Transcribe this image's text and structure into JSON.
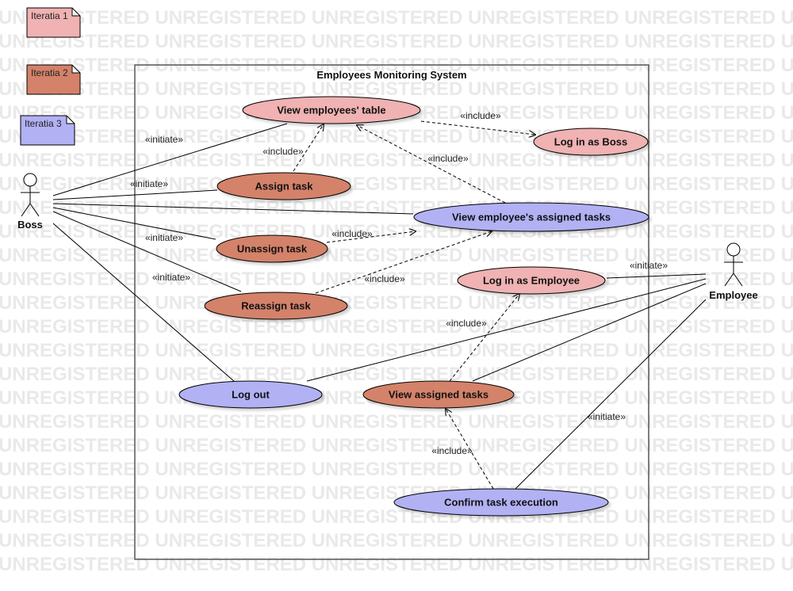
{
  "watermark": "UNREGISTERED",
  "colors": {
    "iteration1": "#f0b2b2",
    "iteration2": "#d4826a",
    "iteration3": "#b1b1f4",
    "stroke": "#000000"
  },
  "legend": [
    {
      "id": "it1",
      "label": "Iteratia 1",
      "color": "#f0b2b2"
    },
    {
      "id": "it2",
      "label": "Iteratia 2",
      "color": "#d4826a"
    },
    {
      "id": "it3",
      "label": "Iteratia 3",
      "color": "#b1b1f4"
    }
  ],
  "system": {
    "title": "Employees Monitoring System"
  },
  "actors": [
    {
      "id": "boss",
      "label": "Boss"
    },
    {
      "id": "employee",
      "label": "Employee"
    }
  ],
  "use_cases": [
    {
      "id": "view_table",
      "label": "View employees' table",
      "iteration": 1
    },
    {
      "id": "login_boss",
      "label": "Log in as Boss",
      "iteration": 1
    },
    {
      "id": "assign",
      "label": "Assign task",
      "iteration": 2
    },
    {
      "id": "view_emp_assigned",
      "label": "View employee's assigned tasks",
      "iteration": 3
    },
    {
      "id": "unassign",
      "label": "Unassign task",
      "iteration": 2
    },
    {
      "id": "login_emp",
      "label": "Log in as Employee",
      "iteration": 1
    },
    {
      "id": "reassign",
      "label": "Reassign task",
      "iteration": 2
    },
    {
      "id": "logout",
      "label": "Log out",
      "iteration": 3
    },
    {
      "id": "view_assigned",
      "label": "View assigned tasks",
      "iteration": 2
    },
    {
      "id": "confirm",
      "label": "Confirm task execution",
      "iteration": 3
    }
  ],
  "relations": [
    {
      "id": "r1",
      "type": "association",
      "from": "boss",
      "to": "view_table",
      "label": "«initiate»"
    },
    {
      "id": "r2",
      "type": "association",
      "from": "boss",
      "to": "assign",
      "label": "«initiate»"
    },
    {
      "id": "r3",
      "type": "association",
      "from": "boss",
      "to": "view_emp_assigned",
      "label": ""
    },
    {
      "id": "r4",
      "type": "association",
      "from": "boss",
      "to": "unassign",
      "label": "«initiate»"
    },
    {
      "id": "r5",
      "type": "association",
      "from": "boss",
      "to": "reassign",
      "label": "«initiate»"
    },
    {
      "id": "r6",
      "type": "association",
      "from": "boss",
      "to": "logout",
      "label": ""
    },
    {
      "id": "r7",
      "type": "association",
      "from": "employee",
      "to": "login_emp",
      "label": "«initiate»"
    },
    {
      "id": "r8",
      "type": "association",
      "from": "employee",
      "to": "logout",
      "label": ""
    },
    {
      "id": "r9",
      "type": "association",
      "from": "employee",
      "to": "view_assigned",
      "label": ""
    },
    {
      "id": "r10",
      "type": "association",
      "from": "employee",
      "to": "confirm",
      "label": "«initiate»"
    },
    {
      "id": "r11",
      "type": "include",
      "from": "view_table",
      "to": "login_boss",
      "label": "«include»"
    },
    {
      "id": "r12",
      "type": "include",
      "from": "assign",
      "to": "view_table",
      "label": "«include»"
    },
    {
      "id": "r13",
      "type": "include",
      "from": "view_emp_assigned",
      "to": "view_table",
      "label": "«include»"
    },
    {
      "id": "r14",
      "type": "include",
      "from": "unassign",
      "to": "view_emp_assigned",
      "label": "«include»"
    },
    {
      "id": "r15",
      "type": "include",
      "from": "reassign",
      "to": "view_emp_assigned",
      "label": "«include»"
    },
    {
      "id": "r16",
      "type": "include",
      "from": "view_assigned",
      "to": "login_emp",
      "label": "«include»"
    },
    {
      "id": "r17",
      "type": "include",
      "from": "confirm",
      "to": "view_assigned",
      "label": "«include»"
    }
  ]
}
